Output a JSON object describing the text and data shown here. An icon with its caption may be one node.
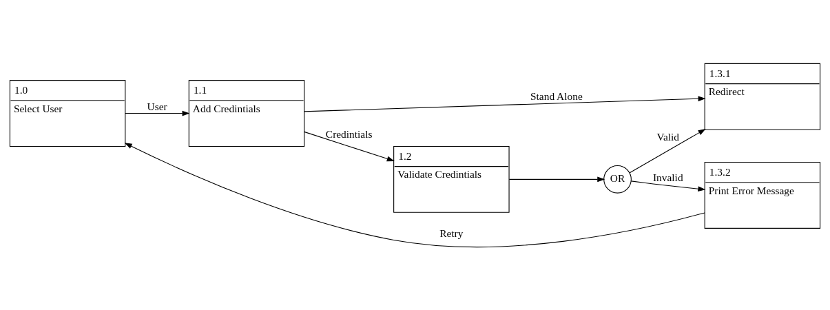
{
  "diagram": {
    "nodes": [
      {
        "text": [
          "1.0",
          "Select User"
        ]
      },
      {
        "text": [
          "1.1",
          "Add Credintials"
        ]
      },
      {
        "text": [
          "1.2",
          "Validate Credintials"
        ]
      },
      {
        "text": [
          "OR"
        ]
      },
      {
        "text": [
          "1.3.1",
          "Redirect"
        ]
      },
      {
        "text": [
          "1.3.2",
          "Print Error Message"
        ]
      }
    ],
    "edges": [
      {
        "from": 0,
        "to": 1,
        "arrow": "to",
        "label": "User"
      },
      {
        "from": 1,
        "to": 2,
        "arrow": "to",
        "label": "Credintials"
      },
      {
        "from": 2,
        "to": 3,
        "arrow": "to"
      },
      {
        "from": 1,
        "to": 4,
        "arrow": "to",
        "label": "Stand Alone"
      },
      {
        "from": 3,
        "to": 4,
        "arrow": "to",
        "label": "Valid"
      },
      {
        "from": 3,
        "to": 5,
        "arrow": "to",
        "label": "Invalid"
      },
      {
        "from": 5,
        "to": 0,
        "arrow": "to",
        "label": "Retry"
      }
    ]
  }
}
